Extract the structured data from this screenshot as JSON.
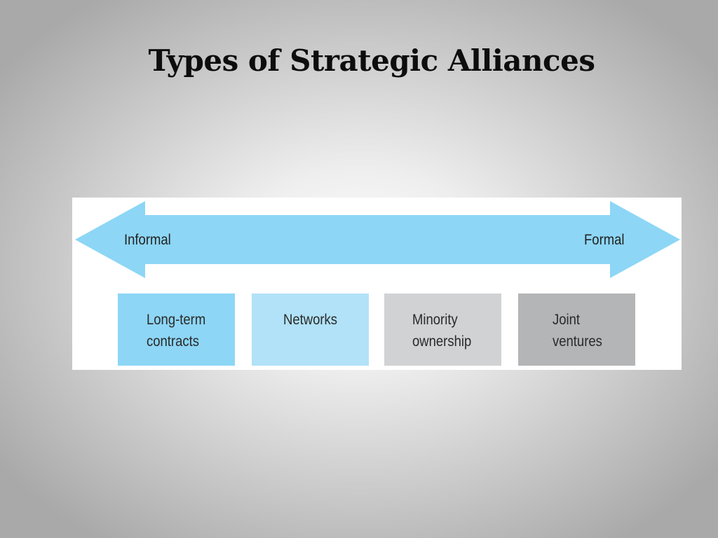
{
  "slide": {
    "title": "Types of Strategic Alliances"
  },
  "diagram": {
    "arrow": {
      "left_label": "Informal",
      "right_label": "Formal",
      "color": "#8dd6f6"
    },
    "boxes": [
      {
        "label": "Long-term\ncontracts",
        "color": "#8dd6f6"
      },
      {
        "label": "Networks",
        "color": "#b1e2f8"
      },
      {
        "label": "Minority\nownership",
        "color": "#d0d2d4"
      },
      {
        "label": "Joint\nventures",
        "color": "#b3b5b7"
      }
    ]
  }
}
